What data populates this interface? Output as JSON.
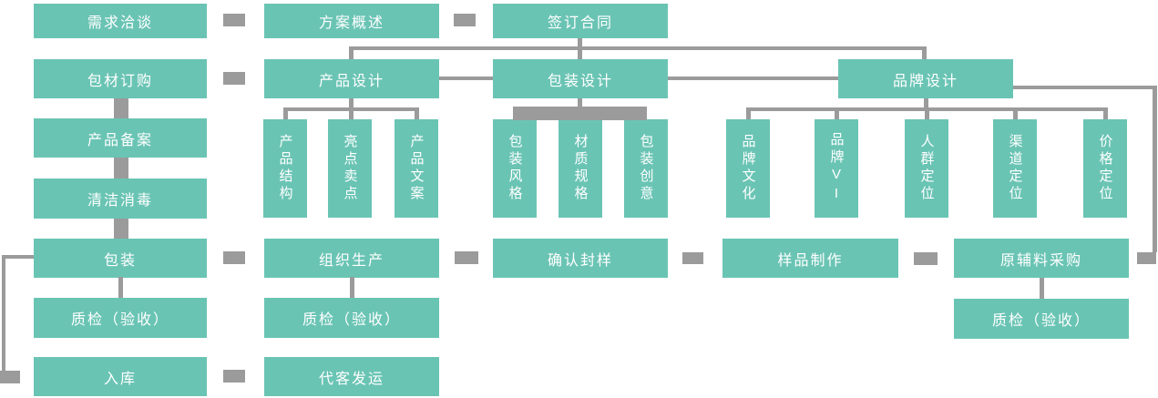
{
  "colors": {
    "node": "#6ac4b4",
    "connector": "#9b9b9b",
    "text": "#ffffff",
    "background": "#ffffff"
  },
  "flow": {
    "top_row": {
      "demand_talk": "需求洽谈",
      "plan_overview": "方案概述",
      "sign_contract": "签订合同"
    },
    "design_row": {
      "material_order": "包材订购",
      "product_design": "产品设计",
      "package_design": "包装设计",
      "brand_design": "品牌设计"
    },
    "product_design_subs": {
      "structure": "产品结构",
      "selling_points": "亮点卖点",
      "copywriting": "产品文案"
    },
    "package_design_subs": {
      "style": "包装风格",
      "material_spec": "材质规格",
      "creative": "包装创意"
    },
    "brand_design_subs": {
      "culture": "品牌文化",
      "vi": "品牌VI",
      "audience": "人群定位",
      "channel": "渠道定位",
      "price": "价格定位"
    },
    "left_flow": {
      "product_filing": "产品备案",
      "cleaning_disinfection": "清洁消毒",
      "packing": "包装",
      "qc_accept": "质检（验收）",
      "warehousing": "入库"
    },
    "production_row": {
      "organize_production": "组织生产",
      "confirm_sample": "确认封样",
      "sample_making": "样品制作",
      "raw_material_purchase": "原辅料采购"
    },
    "qc_row": {
      "qc_mid": "质检（验收）",
      "qc_right": "质检（验收）"
    },
    "bottom_row": {
      "customer_shipping": "代客发运"
    }
  }
}
